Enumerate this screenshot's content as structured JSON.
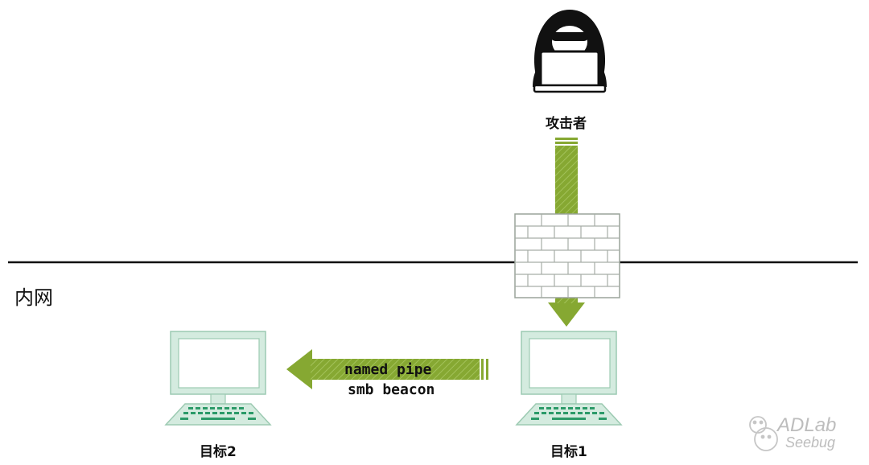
{
  "attacker": {
    "label": "攻击者"
  },
  "network_zone": {
    "label": "内网"
  },
  "target1": {
    "label": "目标1"
  },
  "target2": {
    "label": "目标2"
  },
  "connection": {
    "line1": "named pipe",
    "line2": "smb beacon"
  },
  "watermark": {
    "brand": "ADLab",
    "sub": "Seebug"
  },
  "colors": {
    "arrow_green": "#86a832",
    "monitor_fill": "#d4ebdf",
    "monitor_stroke": "#9ccab2",
    "keyboard_key": "#2b9a68",
    "wall_fill": "#ffffff",
    "wall_stroke": "#9aa39a",
    "boundary_line": "#111111"
  }
}
